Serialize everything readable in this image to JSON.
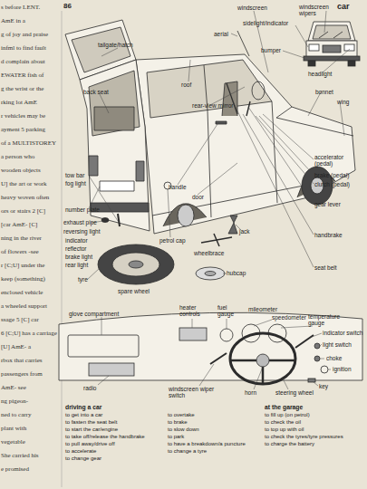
{
  "diagram": {
    "title": "car",
    "labels": [
      "s before LENT.",
      "AmE in a",
      "g of joy and praise",
      "infml to find fault",
      "d complain about",
      "EWATER fish of",
      "g the wrist or the",
      "rking lot AmE",
      "r vehicles may be",
      "ayment 5 parking",
      "of a MULTISTOREY",
      "a person who",
      "wooden objects",
      "U] the art or work",
      "heavy woven often",
      "ors or stairs 2 [C]",
      "[car AmE- [C]",
      "ning in the river",
      "of flowers -see",
      "r [C;U] under the",
      "keep (something)",
      "enclosed vehicle",
      "a wheeled support",
      "ssage 5 [C] car",
      "6 [C;U] has a carriage",
      "[U] AmE- a",
      "rbox that carries",
      "passengers from",
      "AmE- see",
      "ng pigeon-",
      "ned to carry",
      "plant with",
      "vegetable",
      "She carried his",
      "e promised",
      "86",
      "tailgate/hatch",
      "roof",
      "windscreen",
      "windscreen wipers",
      "aerial",
      "sidelight/indicator",
      "bumper",
      "headlight",
      "bonnet",
      "wing",
      "back seat",
      "rear-view mirror",
      "handle",
      "door",
      "tow bar",
      "fog light",
      "number plate",
      "exhaust pipe",
      "reversing light",
      "petrol cap",
      "indicator",
      "reflector",
      "jack",
      "wheelbrace",
      "brake light",
      "hubcap",
      "rear light",
      "tyre",
      "spare wheel",
      "accelerator (pedal)",
      "brake (pedal)",
      "clutch (pedal)",
      "gear lever",
      "handbrake",
      "seat belt",
      "glove compartment",
      "heater controls",
      "fuel gauge",
      "mileometer",
      "speedometer",
      "temperature gauge",
      "indicator switch",
      "light switch",
      "choke",
      "ignition",
      "key",
      "radio",
      "windscreen wiper switch",
      "horn",
      "steering wheel",
      "driving a car",
      "to get into a car",
      "to fasten the seat belt",
      "to start the car/engine",
      "to take off/release the handbrake",
      "to pull away/drive off",
      "to accelerate",
      "to change gear",
      "to overtake",
      "to brake",
      "to slow down",
      "to park",
      "to have a breakdown/a puncture",
      "to change a tyre",
      "at the garage",
      "to fill up (on petrol)",
      "to check the oil",
      "to top up with oil",
      "to check the tyres/tyre pressures",
      "to charge the battery"
    ]
  }
}
